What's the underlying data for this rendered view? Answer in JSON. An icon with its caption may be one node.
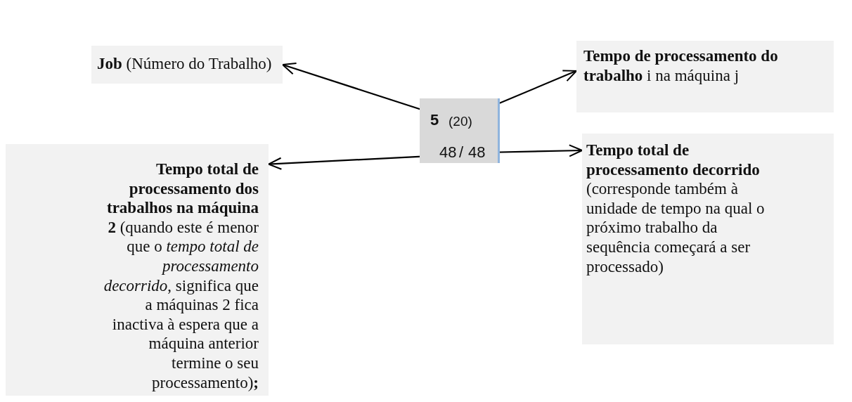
{
  "diagram": {
    "nodes": [
      {
        "text": [],
        "shape": "box"
      },
      {
        "text": [
          "5"
        ],
        "in": 0
      },
      {
        "text": [
          "(20)"
        ],
        "in": 0
      },
      {
        "text": [
          "48"
        ],
        "in": 0
      },
      {
        "text": [
          "48"
        ],
        "in": 0
      },
      {
        "text": [
          "**Job** (Número do Trabalho)"
        ]
      },
      {
        "text": [
          "**Tempo de processamento do trabalho** i na máquina j"
        ]
      },
      {
        "text": [
          "**Tempo total de processamento dos trabalhos na máquina 2** (quando este é menor que o *tempo total de processamento decorrido*, significa que a máquinas 2 fica inactiva à espera que a máquina anterior termine o seu processamento)**;**"
        ]
      },
      {
        "text": [
          "**Tempo total de processamento decorrido** (corresponde também à unidade de tempo na qual o próximo trabalho da sequência começará a ser processado)"
        ]
      }
    ],
    "edges": [
      {
        "from": 1,
        "to": 5,
        "arrow": "to"
      },
      {
        "from": 2,
        "to": 6,
        "arrow": "to"
      },
      {
        "from": 3,
        "to": 7,
        "arrow": "to"
      },
      {
        "from": 4,
        "to": 8,
        "arrow": "to"
      }
    ],
    "labels": [
      "/"
    ]
  }
}
